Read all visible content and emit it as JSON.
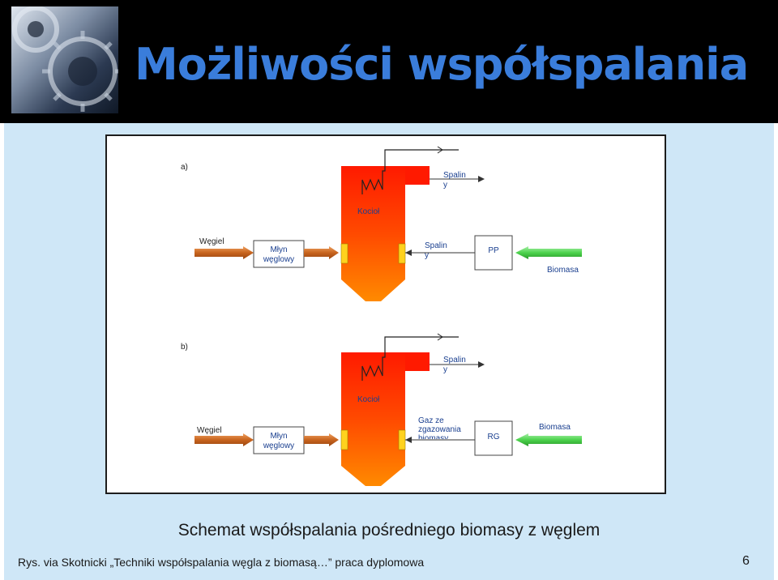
{
  "title": "Możliwości współspalania",
  "diagram": {
    "a": {
      "label": "a)",
      "boiler_label": "Kocioł",
      "flue_top_1": "Spalin",
      "flue_top_2": "y",
      "coal_label": "Węgiel",
      "mill_label_1": "Młyn",
      "mill_label_2": "węglowy",
      "flue_mid_1": "Spalin",
      "flue_mid_2": "y",
      "pp_label": "PP",
      "biomass_label": "Biomasa"
    },
    "b": {
      "label": "b)",
      "boiler_label": "Kocioł",
      "flue_top_1": "Spalin",
      "flue_top_2": "y",
      "coal_label": "Węgiel",
      "mill_label_1": "Młyn",
      "mill_label_2": "węglowy",
      "gas_label_1": "Gaz ze",
      "gas_label_2": "zgazowania",
      "gas_label_3": "biomasy",
      "rg_label": "RG",
      "biomass_label": "Biomasa"
    },
    "colors": {
      "boiler_top": "#ff1a00",
      "boiler_bottom": "#ff8a00",
      "coal_arrow": "#c8641e",
      "biomass_arrow": "#4cd24c",
      "burner": "#ffd21e"
    }
  },
  "caption": "Schemat współspalania pośredniego biomasy z węglem",
  "footer": "Rys. via Skotnicki „Techniki współspalania węgla z biomasą…” praca dyplomowa",
  "page_number": "6"
}
